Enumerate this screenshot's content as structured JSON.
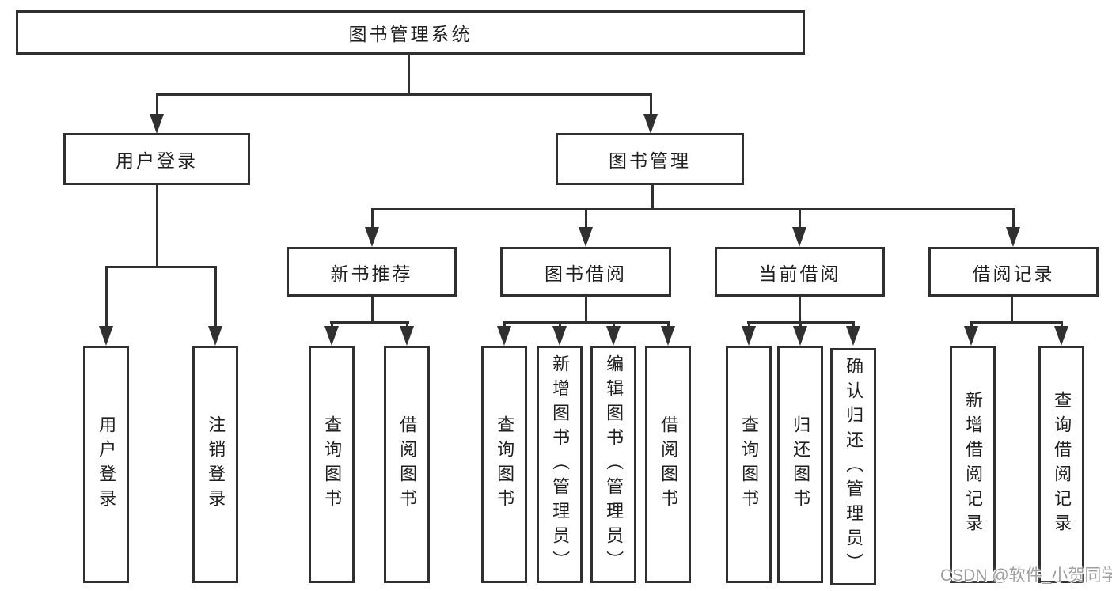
{
  "nodes": {
    "root": "图书管理系统",
    "user_login": "用户登录",
    "book_mgmt": "图书管理",
    "new_book_rec": "新书推荐",
    "book_borrow": "图书借阅",
    "current_borrow": "当前借阅",
    "borrow_records": "借阅记录"
  },
  "leaves": {
    "user_login": [
      "用户登录",
      "注销登录"
    ],
    "new_book_rec": [
      "查询图书",
      "借阅图书"
    ],
    "book_borrow": [
      "查询图书",
      "新增图书（管理员）",
      "编辑图书（管理员）",
      "借阅图书"
    ],
    "current_borrow": [
      "查询图书",
      "归还图书",
      "确认归还（管理员）"
    ],
    "borrow_records": [
      "新增借阅记录",
      "查询借阅记录"
    ]
  },
  "watermark": "CSDN @软件_小贺同学",
  "colors": {
    "line": "#303030",
    "text": "#1f1f1f",
    "background": "#ffffff",
    "watermark": "#9e9e9e"
  }
}
